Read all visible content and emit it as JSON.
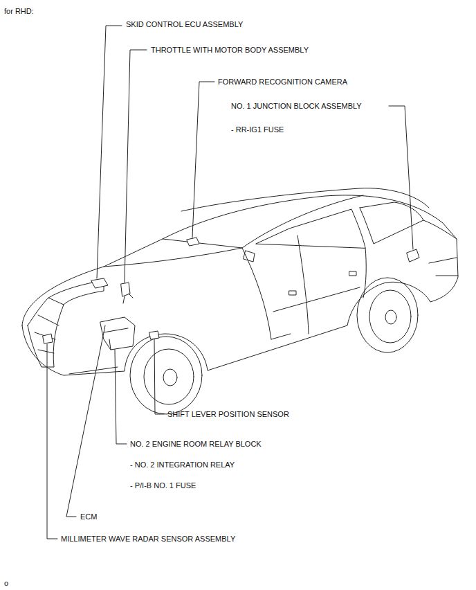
{
  "diagram": {
    "title": "for RHD:",
    "labels": [
      "SKID CONTROL ECU ASSEMBLY",
      "THROTTLE WITH MOTOR BODY ASSEMBLY",
      "FORWARD RECOGNITION CAMERA",
      "NO. 1 JUNCTION BLOCK ASSEMBLY",
      "- RR-IG1 FUSE",
      "SHIFT LEVER POSITION SENSOR",
      "NO. 2 ENGINE ROOM RELAY BLOCK",
      "- NO. 2 INTEGRATION RELAY",
      "- P/I-B NO. 1 FUSE",
      "ECM",
      "MILLIMETER WAVE RADAR SENSOR ASSEMBLY",
      "o"
    ]
  }
}
